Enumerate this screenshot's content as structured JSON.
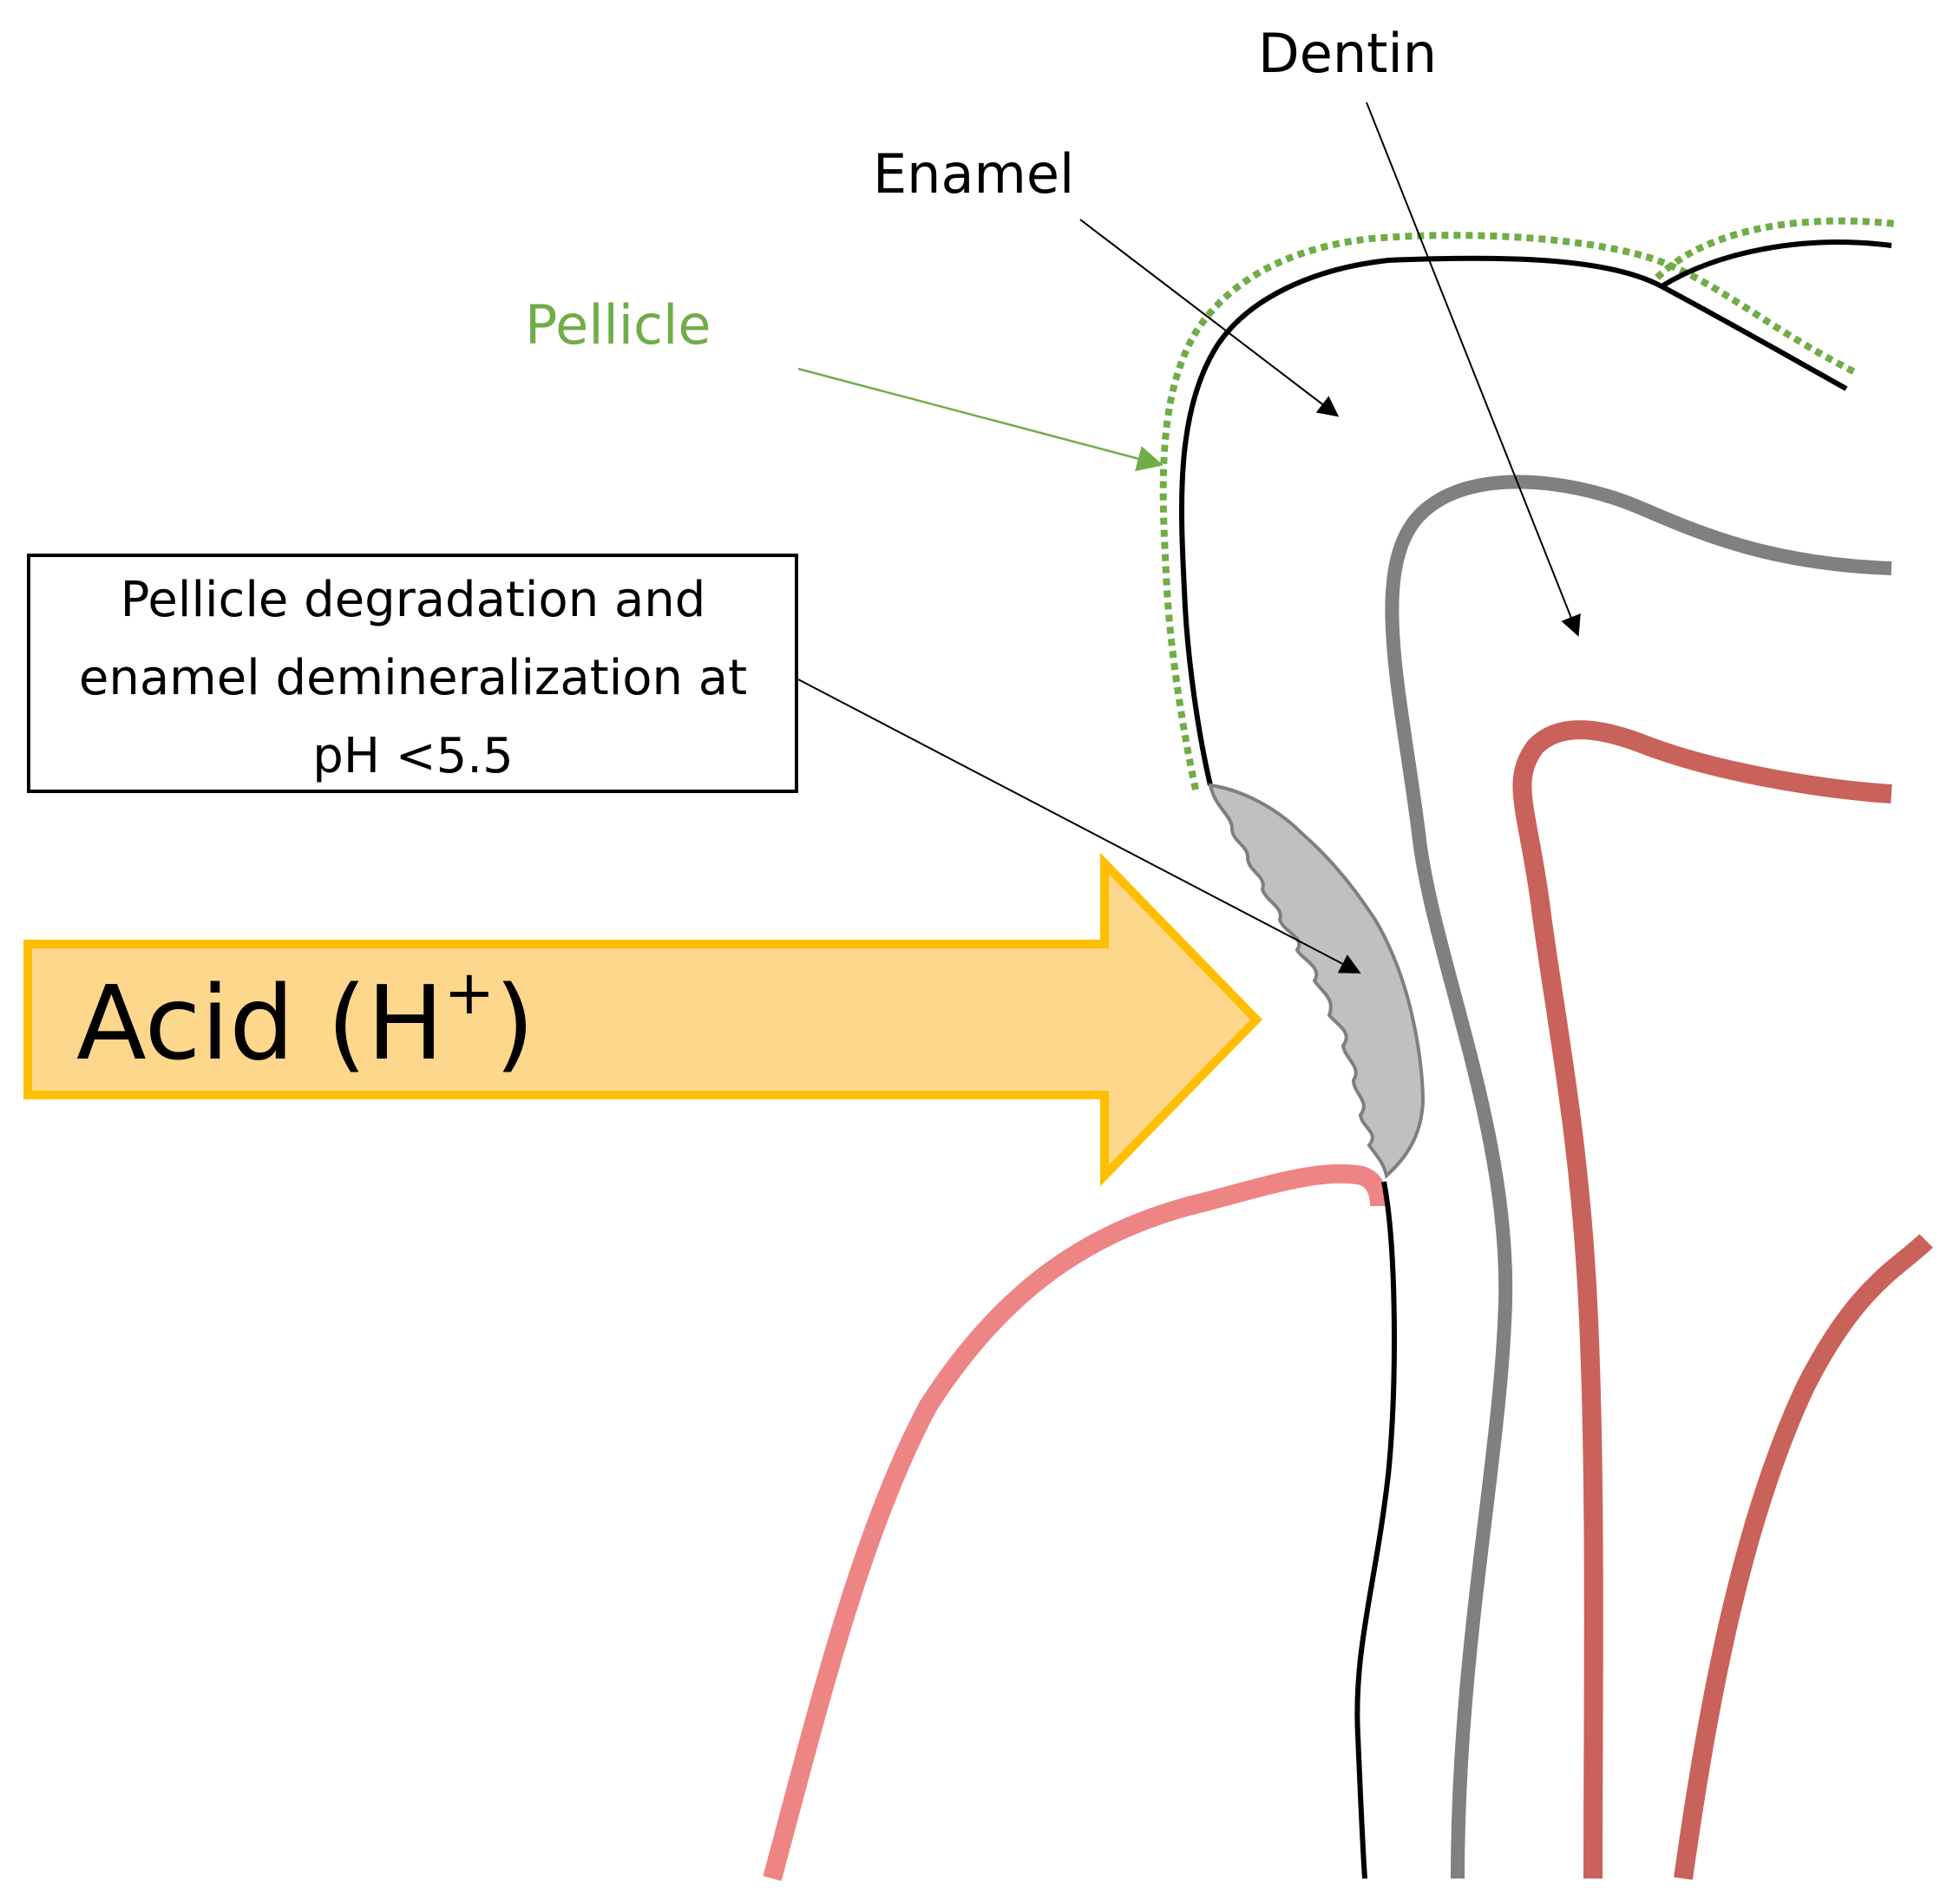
{
  "labels": {
    "dentin": "Dentin",
    "enamel": "Enamel",
    "pellicle": "Pellicle",
    "callout_line1": "Pellicle degradation and",
    "callout_line2": "enamel demineralization at",
    "callout_line3": "pH <5.5",
    "acid_main": "Acid (H",
    "acid_sup": "+",
    "acid_close": ")"
  },
  "colors": {
    "enamel_outline": "#000000",
    "pellicle": "#70ad47",
    "dentin_line": "#808080",
    "pulp_line": "#c9625a",
    "gingiva_line": "#ee8585",
    "lesion_fill": "#c0c0c0",
    "lesion_stroke": "#7f7f7f",
    "arrow_fill": "#fdd78c",
    "arrow_stroke": "#ffbf00"
  }
}
